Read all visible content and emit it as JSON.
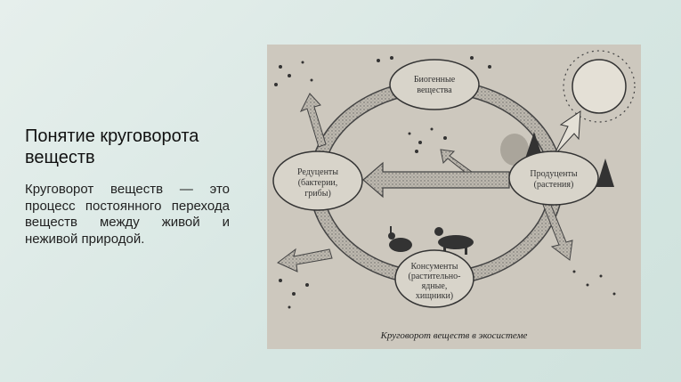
{
  "slide": {
    "title": "Понятие круговорота веществ",
    "body": "Круговорот веществ — это процесс постоянного перехода веществ между живой и неживой природой."
  },
  "figure": {
    "caption": "Круговорот веществ в экосистеме",
    "nodes": {
      "biogenic": [
        "Биогенные",
        "вещества"
      ],
      "reducents": [
        "Редуценты",
        "(бактерии,",
        "грибы)"
      ],
      "producents": [
        "Продуценты",
        "(растения)"
      ],
      "consumers": [
        "Консументы",
        "(растительно-",
        "ядные,",
        "хищники)"
      ]
    }
  }
}
